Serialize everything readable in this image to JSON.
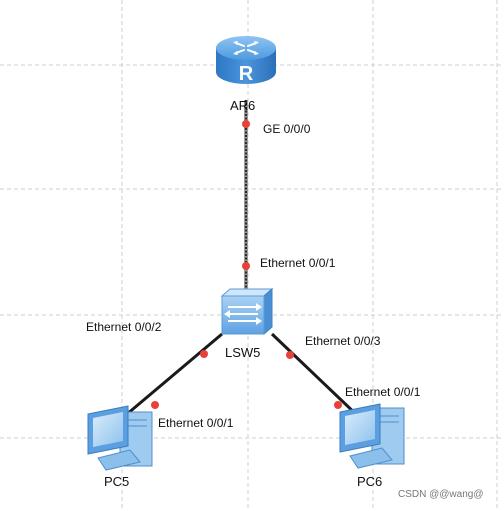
{
  "devices": {
    "router": {
      "label": "AR6"
    },
    "switch": {
      "label": "LSW5"
    },
    "pc_left": {
      "label": "PC5"
    },
    "pc_right": {
      "label": "PC6"
    }
  },
  "ports": {
    "router_ge": "GE 0/0/0",
    "switch_up": "Ethernet 0/0/1",
    "switch_left": "Ethernet 0/0/2",
    "switch_right": "Ethernet 0/0/3",
    "pc5_port": "Ethernet 0/0/1",
    "pc6_port": "Ethernet 0/0/1"
  },
  "watermark": "CSDN @@wang@",
  "colors": {
    "port_dot": "#e8413a",
    "link": "#1a1a1a",
    "grid": "#cfcfcf",
    "router_blue": "#3b86d4",
    "switch_blue": "#79b3e8",
    "pc_blue": "#7ab5e8"
  }
}
